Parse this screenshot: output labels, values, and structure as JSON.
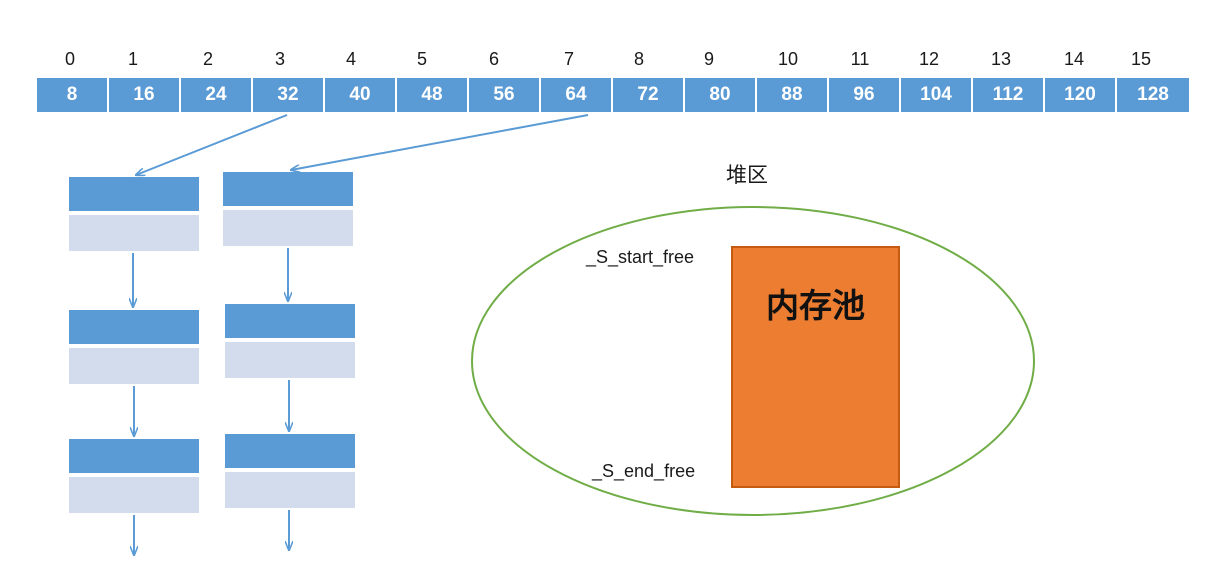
{
  "free_list": {
    "indices": [
      "0",
      "1",
      "2",
      "3",
      "4",
      "5",
      "6",
      "7",
      "8",
      "9",
      "10",
      "11",
      "12",
      "13",
      "14",
      "15"
    ],
    "sizes": [
      "8",
      "16",
      "24",
      "32",
      "40",
      "48",
      "56",
      "64",
      "72",
      "80",
      "88",
      "96",
      "104",
      "112",
      "120",
      "128"
    ]
  },
  "heap": {
    "title": "堆区",
    "start_pointer": "_S_start_free",
    "end_pointer": "_S_end_free",
    "pool_label": "内存池"
  },
  "colors": {
    "slot_blue": "#5b9bd5",
    "node_light": "#d2dced",
    "arrow_blue": "#5b9bd5",
    "ellipse_green": "#70ad47",
    "pool_orange": "#ed7d31"
  }
}
